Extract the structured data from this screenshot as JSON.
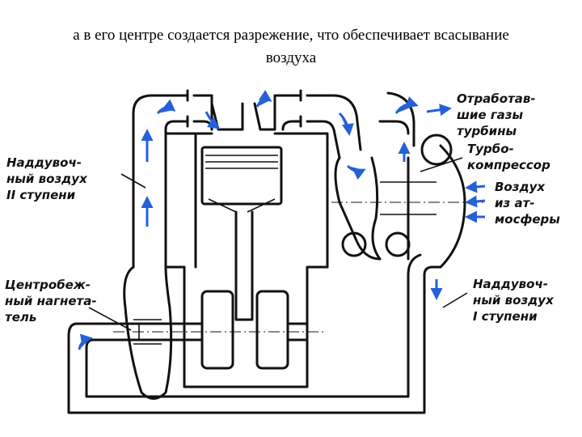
{
  "caption": {
    "line1": "а в его центре создается разрежение, что обеспечивает всасывание",
    "line2": "воздуха"
  },
  "labels": {
    "charge_air_2": [
      "Наддувоч-",
      "ный воздух",
      "II ступени"
    ],
    "centrifugal_blower": [
      "Центробеж-",
      "ный нагнета-",
      "тель"
    ],
    "exhaust": [
      "Отработав-",
      "шие газы",
      "турбины"
    ],
    "turbocompressor": [
      "Турбо-",
      "компрессор"
    ],
    "atmospheric_air": [
      "Воздух",
      "из ат-",
      "мосферы"
    ],
    "charge_air_1": [
      "Наддувоч-",
      "ный воздух",
      "I ступени"
    ]
  },
  "colors": {
    "arrow": "#2560d8",
    "line": "#111111"
  }
}
